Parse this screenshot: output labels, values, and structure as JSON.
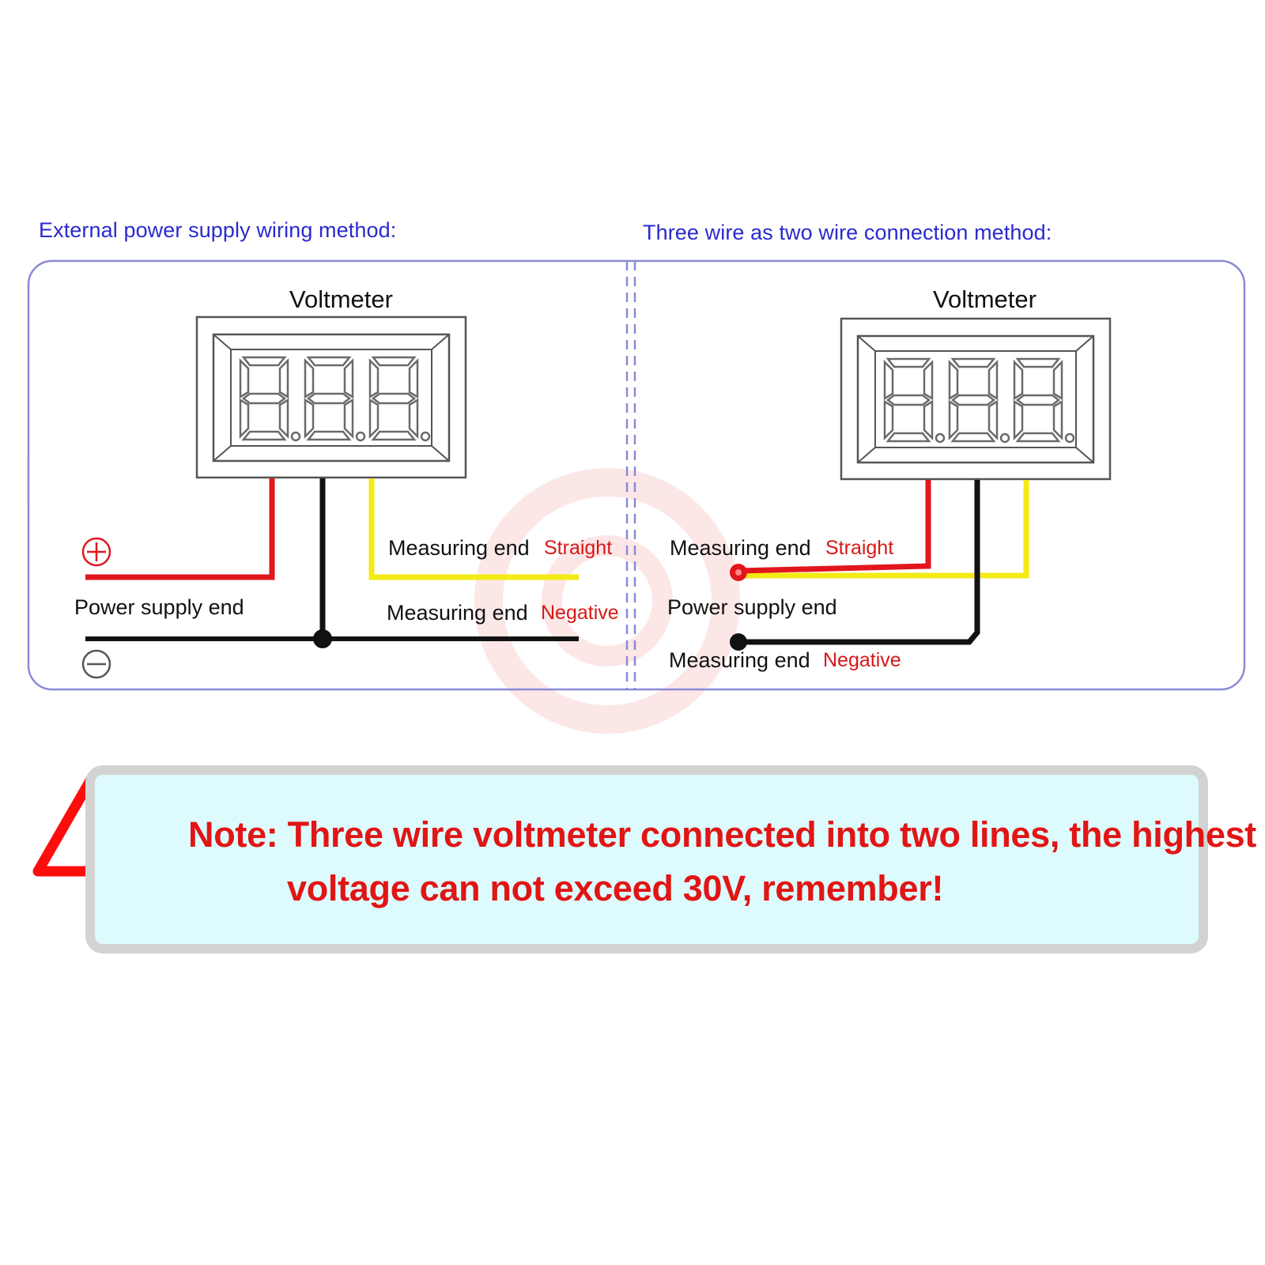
{
  "left_panel": {
    "title": "External power supply wiring method:",
    "voltmeter_label": "Voltmeter",
    "plus_symbol": "+",
    "minus_symbol": "−",
    "power_supply_label": "Power supply end",
    "measuring_straight": {
      "label": "Measuring end",
      "tag": "Straight"
    },
    "measuring_negative": {
      "label": "Measuring end",
      "tag": "Negative"
    }
  },
  "right_panel": {
    "title": "Three wire as two wire connection method:",
    "voltmeter_label": "Voltmeter",
    "power_supply_label": "Power supply end",
    "measuring_straight": {
      "label": "Measuring end",
      "tag": "Straight"
    },
    "measuring_negative": {
      "label": "Measuring end",
      "tag": "Negative"
    }
  },
  "note": {
    "icon": "warning-triangle-icon",
    "line1": "Note: Three wire voltmeter connected into two lines, the highest",
    "line2": "voltage can not exceed 30V, remember!"
  },
  "colors": {
    "title_blue": "#2a2ad0",
    "label_red": "#d81818",
    "wire_red": "#e2161d",
    "wire_black": "#111111",
    "wire_yellow": "#f4ea14",
    "frame": "#8a8ad8",
    "note_bg": "#ddfbfd",
    "note_text": "#e11515"
  }
}
